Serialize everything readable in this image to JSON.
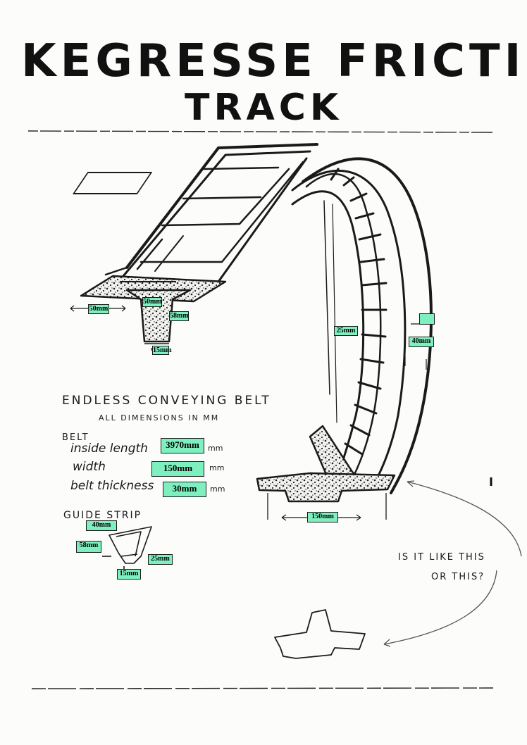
{
  "title": {
    "line1": "KEGRESSE FRICTION",
    "line2": "TRACK"
  },
  "notes": {
    "heading": "ENDLESS CONVEYING BELT",
    "subheading": "ALL DIMENSIONS IN MM",
    "belt_label": "BELT",
    "inside_length": "inside length",
    "width": "width",
    "belt_thickness": "belt thickness",
    "unit": "mm",
    "guide_strip": "GUIDE STRIP",
    "question_line1": "IS IT LIKE THIS",
    "question_line2": "OR THIS?"
  },
  "dimensions": {
    "section_width": "50mm",
    "guide_top": "50mm",
    "guide_height": "58mm",
    "guide_base": "15mm",
    "arch_inner": "25mm",
    "arch_outer": "40mm",
    "arch_outer_blank": "",
    "arch_base_width": "150mm",
    "belt_inside_length": "3970mm",
    "belt_width": "150mm",
    "belt_thickness": "30mm",
    "strip_top": "40mm",
    "strip_height": "58mm",
    "strip_side": "25mm",
    "strip_base": "15mm"
  },
  "colors": {
    "label_fill": "#7ef0c0",
    "ink": "#1a1a1a",
    "paper": "#fcfcfb"
  }
}
